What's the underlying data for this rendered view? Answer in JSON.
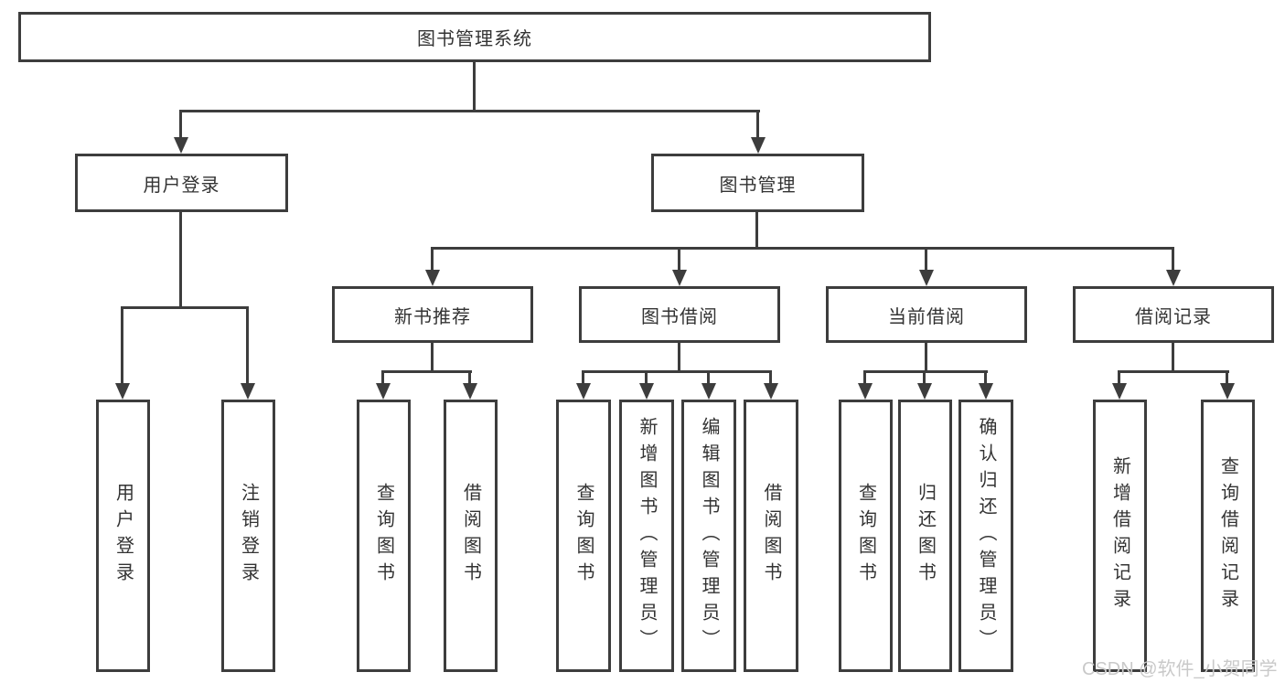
{
  "diagram": {
    "root": {
      "label": "图书管理系统"
    },
    "branches": [
      {
        "label": "用户登录",
        "children": [
          {
            "label": "用户登录"
          },
          {
            "label": "注销登录"
          }
        ]
      },
      {
        "label": "图书管理",
        "children": [
          {
            "label": "新书推荐",
            "children": [
              {
                "label": "查询图书"
              },
              {
                "label": "借阅图书"
              }
            ]
          },
          {
            "label": "图书借阅",
            "children": [
              {
                "label": "查询图书"
              },
              {
                "label": "新增图书（管理员）"
              },
              {
                "label": "编辑图书（管理员）"
              },
              {
                "label": "借阅图书"
              }
            ]
          },
          {
            "label": "当前借阅",
            "children": [
              {
                "label": "查询图书"
              },
              {
                "label": "归还图书"
              },
              {
                "label": "确认归还（管理员）"
              }
            ]
          },
          {
            "label": "借阅记录",
            "children": [
              {
                "label": "新增借阅记录"
              },
              {
                "label": "查询借阅记录"
              }
            ]
          }
        ]
      }
    ],
    "colors": {
      "line": "#3d3d3d",
      "text": "#333333",
      "watermark": "#c9c9c9",
      "background": "#ffffff"
    },
    "watermark": {
      "text": "CSDN @软件_小贺同学"
    }
  }
}
